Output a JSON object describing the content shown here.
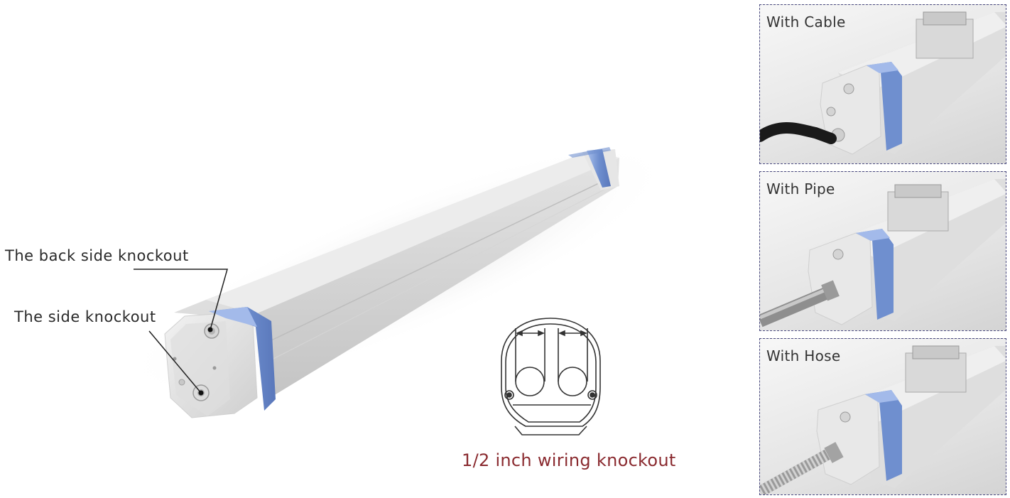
{
  "callouts": {
    "back_side_knockout": "The back side knockout",
    "side_knockout": "The side knockout"
  },
  "knockout_diagram": {
    "caption": "1/2 inch wiring knockout"
  },
  "variants": [
    {
      "title": "With Cable"
    },
    {
      "title": "With Pipe"
    },
    {
      "title": "With Hose"
    }
  ],
  "colors": {
    "band_blue": "#6f8fcf",
    "caption_red": "#8a2a2f",
    "panel_border": "#4a4a80"
  }
}
